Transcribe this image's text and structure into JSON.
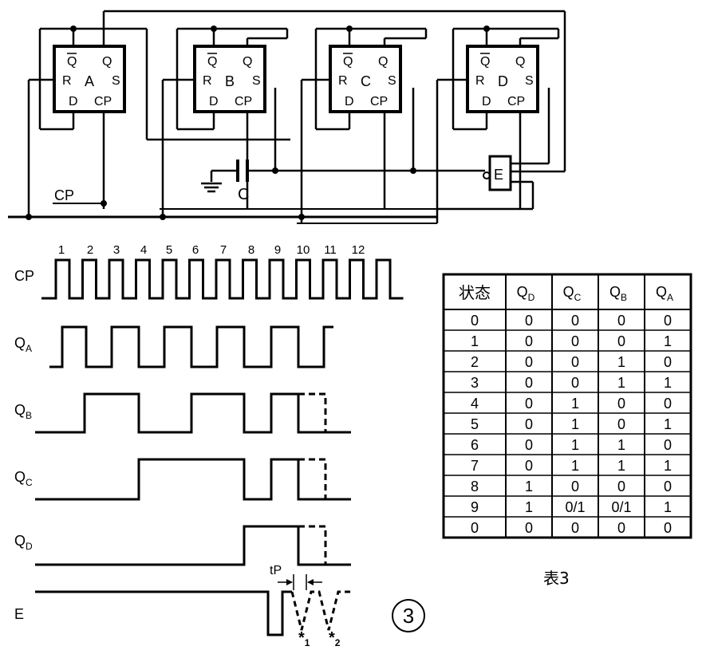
{
  "circuit": {
    "flipflops": [
      {
        "name": "A",
        "pins": {
          "qbar": "Q",
          "q": "Q",
          "r": "R",
          "s": "S",
          "d": "D",
          "cp": "CP"
        }
      },
      {
        "name": "B",
        "pins": {
          "qbar": "Q",
          "q": "Q",
          "r": "R",
          "s": "S",
          "d": "D",
          "cp": "CP"
        }
      },
      {
        "name": "C",
        "pins": {
          "qbar": "Q",
          "q": "Q",
          "r": "R",
          "s": "S",
          "d": "D",
          "cp": "CP"
        }
      },
      {
        "name": "D",
        "pins": {
          "qbar": "Q",
          "q": "Q",
          "r": "R",
          "s": "S",
          "d": "D",
          "cp": "CP"
        }
      }
    ],
    "capacitor_label": "C",
    "gate_label": "E",
    "clock_label": "CP"
  },
  "timing": {
    "pulse_numbers": [
      "1",
      "2",
      "3",
      "4",
      "5",
      "6",
      "7",
      "8",
      "9",
      "10",
      "11",
      "12"
    ],
    "signals": {
      "cp": {
        "label": "CP"
      },
      "qa": {
        "label": "Q",
        "sub": "A"
      },
      "qb": {
        "label": "Q",
        "sub": "B"
      },
      "qc": {
        "label": "Q",
        "sub": "C"
      },
      "qd": {
        "label": "Q",
        "sub": "D"
      },
      "e": {
        "label": "E"
      }
    },
    "tp_label": "tP",
    "marker1": {
      "symbol": "*",
      "sub": "1"
    },
    "marker2": {
      "symbol": "*",
      "sub": "2"
    },
    "figure_number": "3"
  },
  "table": {
    "caption": "表3",
    "header": {
      "state": "状态",
      "qd": {
        "label": "Q",
        "sub": "D"
      },
      "qc": {
        "label": "Q",
        "sub": "C"
      },
      "qb": {
        "label": "Q",
        "sub": "B"
      },
      "qa": {
        "label": "Q",
        "sub": "A"
      }
    },
    "rows": [
      [
        "0",
        "0",
        "0",
        "0",
        "0"
      ],
      [
        "1",
        "0",
        "0",
        "0",
        "1"
      ],
      [
        "2",
        "0",
        "0",
        "1",
        "0"
      ],
      [
        "3",
        "0",
        "0",
        "1",
        "1"
      ],
      [
        "4",
        "0",
        "1",
        "0",
        "0"
      ],
      [
        "5",
        "0",
        "1",
        "0",
        "1"
      ],
      [
        "6",
        "0",
        "1",
        "1",
        "0"
      ],
      [
        "7",
        "0",
        "1",
        "1",
        "1"
      ],
      [
        "8",
        "1",
        "0",
        "0",
        "0"
      ],
      [
        "9",
        "1",
        "0/1",
        "0/1",
        "1"
      ],
      [
        "0",
        "0",
        "0",
        "0",
        "0"
      ]
    ]
  }
}
